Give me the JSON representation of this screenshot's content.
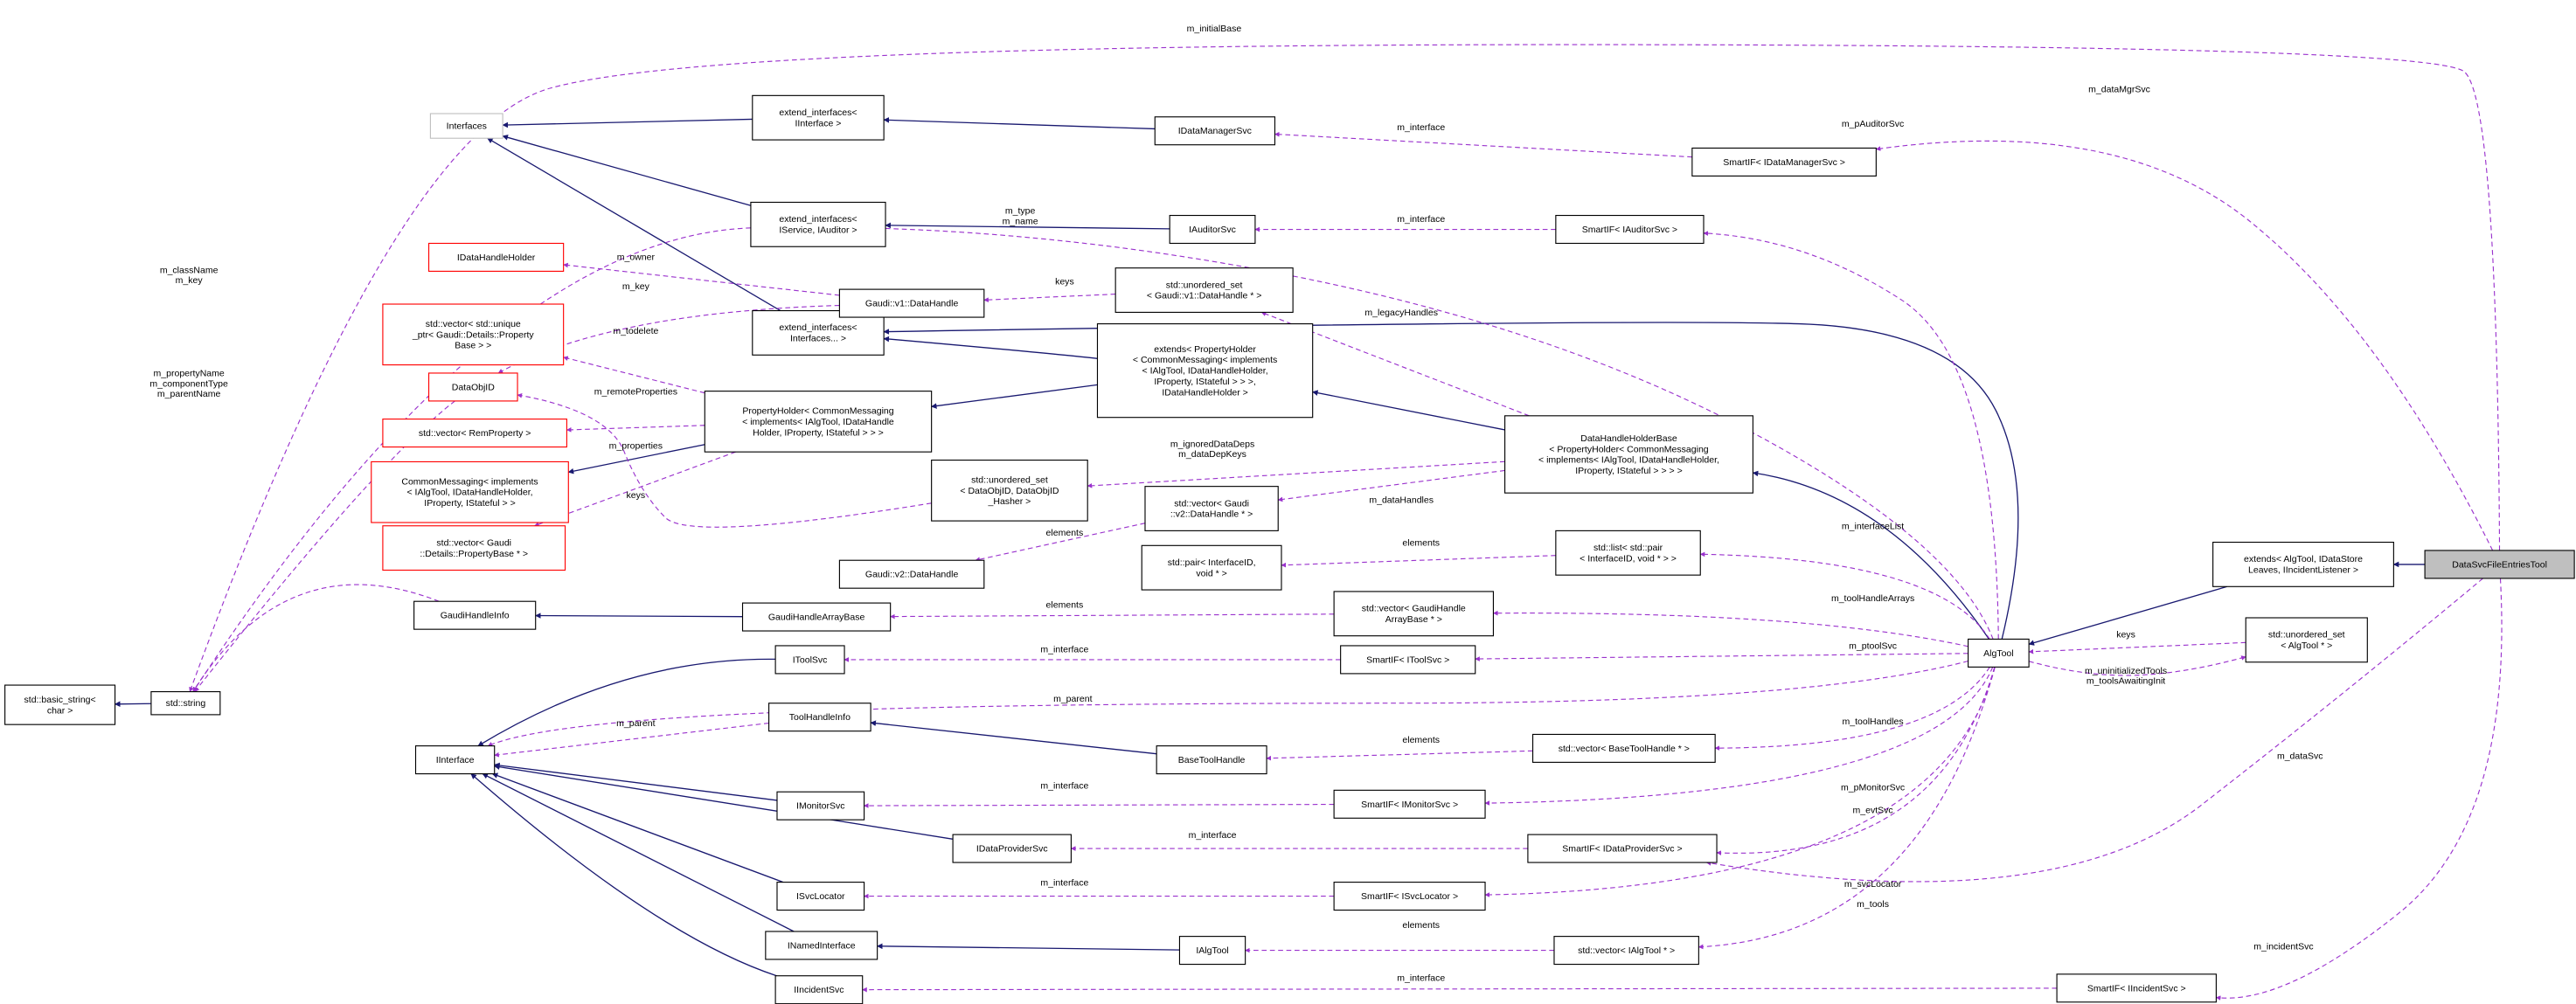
{
  "colors": {
    "inheritance": "#191970",
    "usage": "#9a32cd",
    "focus_fill": "#bfbfbf",
    "undocumented_border": "#ff0000"
  },
  "nodes": [
    {
      "id": "basic_string",
      "lines": [
        "std::basic_string<",
        "char >"
      ],
      "style": "normal"
    },
    {
      "id": "string",
      "lines": [
        "std::string"
      ],
      "style": "normal"
    },
    {
      "id": "Interfaces",
      "lines": [
        "Interfaces"
      ],
      "style": "gray"
    },
    {
      "id": "ext_IInterface",
      "lines": [
        "extend_interfaces<",
        "IInterface >"
      ],
      "style": "normal"
    },
    {
      "id": "ext_IService",
      "lines": [
        "extend_interfaces<",
        "IService, IAuditor >"
      ],
      "style": "normal"
    },
    {
      "id": "ext_Interfaces",
      "lines": [
        "extend_interfaces<",
        "Interfaces... >"
      ],
      "style": "normal"
    },
    {
      "id": "IDataManagerSvc",
      "lines": [
        "IDataManagerSvc"
      ],
      "style": "normal"
    },
    {
      "id": "IAuditorSvc",
      "lines": [
        "IAuditorSvc"
      ],
      "style": "normal"
    },
    {
      "id": "SmartIF_IDataManagerSvc",
      "lines": [
        "SmartIF< IDataManagerSvc >"
      ],
      "style": "normal"
    },
    {
      "id": "SmartIF_IAuditorSvc",
      "lines": [
        "SmartIF< IAuditorSvc >"
      ],
      "style": "normal"
    },
    {
      "id": "IDataHandleHolder",
      "lines": [
        "IDataHandleHolder"
      ],
      "style": "red"
    },
    {
      "id": "v1_DataHandle",
      "lines": [
        "Gaudi::v1::DataHandle"
      ],
      "style": "normal"
    },
    {
      "id": "uset_v1",
      "lines": [
        "std::unordered_set",
        "< Gaudi::v1::DataHandle * >"
      ],
      "style": "normal"
    },
    {
      "id": "vec_unique_ptr",
      "lines": [
        "std::vector< std::unique",
        "_ptr< Gaudi::Details::Property",
        "Base > >"
      ],
      "style": "red"
    },
    {
      "id": "extends_PH",
      "lines": [
        "extends< PropertyHolder",
        "< CommonMessaging< implements",
        "< IAlgTool, IDataHandleHolder,",
        "IProperty, IStateful > > >,",
        "IDataHandleHolder >"
      ],
      "style": "normal"
    },
    {
      "id": "DataObjID",
      "lines": [
        "DataObjID"
      ],
      "style": "red"
    },
    {
      "id": "vec_RemProperty",
      "lines": [
        "std::vector< RemProperty >"
      ],
      "style": "red"
    },
    {
      "id": "PropertyHolder",
      "lines": [
        "PropertyHolder< CommonMessaging",
        "< implements< IAlgTool, IDataHandle",
        "Holder, IProperty, IStateful > > >"
      ],
      "style": "normal"
    },
    {
      "id": "CommonMessaging",
      "lines": [
        "CommonMessaging< implements",
        "< IAlgTool, IDataHandleHolder,",
        "IProperty, IStateful > >"
      ],
      "style": "red"
    },
    {
      "id": "DataHandleHolderBase",
      "lines": [
        "DataHandleHolderBase",
        "< PropertyHolder< CommonMessaging",
        "< implements< IAlgTool, IDataHandleHolder,",
        "IProperty, IStateful > > > >"
      ],
      "style": "normal"
    },
    {
      "id": "uset_DataObjID",
      "lines": [
        "std::unordered_set",
        "< DataObjID, DataObjID",
        "_Hasher >"
      ],
      "style": "normal"
    },
    {
      "id": "vec_v2",
      "lines": [
        "std::vector< Gaudi",
        "::v2::DataHandle * >"
      ],
      "style": "normal"
    },
    {
      "id": "vec_PropertyBase",
      "lines": [
        "std::vector< Gaudi",
        "::Details::PropertyBase * >"
      ],
      "style": "red"
    },
    {
      "id": "v2_DataHandle",
      "lines": [
        "Gaudi::v2::DataHandle"
      ],
      "style": "normal"
    },
    {
      "id": "pair",
      "lines": [
        "std::pair< InterfaceID,",
        "void * >"
      ],
      "style": "normal"
    },
    {
      "id": "list_pair",
      "lines": [
        "std::list< std::pair",
        "< InterfaceID, void * > >"
      ],
      "style": "normal"
    },
    {
      "id": "GaudiHandleInfo",
      "lines": [
        "GaudiHandleInfo"
      ],
      "style": "normal"
    },
    {
      "id": "GaudiHandleArrayBase",
      "lines": [
        "GaudiHandleArrayBase"
      ],
      "style": "normal"
    },
    {
      "id": "vec_GHAB",
      "lines": [
        "std::vector< GaudiHandle",
        "ArrayBase * >"
      ],
      "style": "normal"
    },
    {
      "id": "AlgTool",
      "lines": [
        "AlgTool"
      ],
      "style": "normal"
    },
    {
      "id": "extends_AlgTool",
      "lines": [
        "extends< AlgTool, IDataStore",
        "Leaves, IIncidentListener >"
      ],
      "style": "normal"
    },
    {
      "id": "DataSvcFileEntriesTool",
      "lines": [
        "DataSvcFileEntriesTool"
      ],
      "style": "highlight"
    },
    {
      "id": "uset_AlgTool",
      "lines": [
        "std::unordered_set",
        "< AlgTool * >"
      ],
      "style": "normal"
    },
    {
      "id": "IToolSvc",
      "lines": [
        "IToolSvc"
      ],
      "style": "normal"
    },
    {
      "id": "SmartIF_IToolSvc",
      "lines": [
        "SmartIF< IToolSvc >"
      ],
      "style": "normal"
    },
    {
      "id": "ToolHandleInfo",
      "lines": [
        "ToolHandleInfo"
      ],
      "style": "normal"
    },
    {
      "id": "BaseToolHandle",
      "lines": [
        "BaseToolHandle"
      ],
      "style": "normal"
    },
    {
      "id": "vec_BTH",
      "lines": [
        "std::vector< BaseToolHandle * >"
      ],
      "style": "normal"
    },
    {
      "id": "IInterface",
      "lines": [
        "IInterface"
      ],
      "style": "normal"
    },
    {
      "id": "IMonitorSvc",
      "lines": [
        "IMonitorSvc"
      ],
      "style": "normal"
    },
    {
      "id": "SmartIF_IMonitorSvc",
      "lines": [
        "SmartIF< IMonitorSvc >"
      ],
      "style": "normal"
    },
    {
      "id": "IDataProviderSvc",
      "lines": [
        "IDataProviderSvc"
      ],
      "style": "normal"
    },
    {
      "id": "SmartIF_IDataProviderSvc",
      "lines": [
        "SmartIF< IDataProviderSvc >"
      ],
      "style": "normal"
    },
    {
      "id": "ISvcLocator",
      "lines": [
        "ISvcLocator"
      ],
      "style": "normal"
    },
    {
      "id": "SmartIF_ISvcLocator",
      "lines": [
        "SmartIF< ISvcLocator >"
      ],
      "style": "normal"
    },
    {
      "id": "INamedInterface",
      "lines": [
        "INamedInterface"
      ],
      "style": "normal"
    },
    {
      "id": "IAlgTool",
      "lines": [
        "IAlgTool"
      ],
      "style": "normal"
    },
    {
      "id": "vec_IAlgTool",
      "lines": [
        "std::vector< IAlgTool * >"
      ],
      "style": "normal"
    },
    {
      "id": "IIncidentSvc",
      "lines": [
        "IIncidentSvc"
      ],
      "style": "normal"
    },
    {
      "id": "SmartIF_IIncidentSvc",
      "lines": [
        "SmartIF< IIncidentSvc >"
      ],
      "style": "normal"
    }
  ],
  "edges": [
    {
      "from": "string",
      "to": "basic_string",
      "kind": "inheritance",
      "label": []
    },
    {
      "from": "ext_IInterface",
      "to": "Interfaces",
      "kind": "inheritance",
      "label": []
    },
    {
      "from": "ext_IService",
      "to": "Interfaces",
      "kind": "inheritance",
      "label": []
    },
    {
      "from": "ext_Interfaces",
      "to": "Interfaces",
      "kind": "inheritance",
      "label": []
    },
    {
      "from": "IDataManagerSvc",
      "to": "ext_IInterface",
      "kind": "inheritance",
      "label": []
    },
    {
      "from": "IAuditorSvc",
      "to": "ext_IService",
      "kind": "inheritance",
      "label": []
    },
    {
      "from": "AlgTool",
      "to": "ext_Interfaces",
      "kind": "inheritance",
      "label": []
    },
    {
      "from": "extends_PH",
      "to": "ext_Interfaces",
      "kind": "inheritance",
      "label": []
    },
    {
      "from": "extends_PH",
      "to": "PropertyHolder",
      "kind": "inheritance",
      "label": []
    },
    {
      "from": "PropertyHolder",
      "to": "CommonMessaging",
      "kind": "inheritance",
      "label": []
    },
    {
      "from": "DataHandleHolderBase",
      "to": "extends_PH",
      "kind": "inheritance",
      "label": []
    },
    {
      "from": "AlgTool",
      "to": "DataHandleHolderBase",
      "kind": "inheritance",
      "label": []
    },
    {
      "from": "extends_AlgTool",
      "to": "AlgTool",
      "kind": "inheritance",
      "label": []
    },
    {
      "from": "DataSvcFileEntriesTool",
      "to": "extends_AlgTool",
      "kind": "inheritance",
      "label": []
    },
    {
      "from": "GaudiHandleArrayBase",
      "to": "GaudiHandleInfo",
      "kind": "inheritance",
      "label": []
    },
    {
      "from": "BaseToolHandle",
      "to": "ToolHandleInfo",
      "kind": "inheritance",
      "label": []
    },
    {
      "from": "IAlgTool",
      "to": "INamedInterface",
      "kind": "inheritance",
      "label": []
    },
    {
      "from": "IToolSvc",
      "to": "IInterface",
      "kind": "inheritance",
      "label": []
    },
    {
      "from": "IMonitorSvc",
      "to": "IInterface",
      "kind": "inheritance",
      "label": []
    },
    {
      "from": "IDataProviderSvc",
      "to": "IInterface",
      "kind": "inheritance",
      "label": []
    },
    {
      "from": "ISvcLocator",
      "to": "IInterface",
      "kind": "inheritance",
      "label": []
    },
    {
      "from": "INamedInterface",
      "to": "IInterface",
      "kind": "inheritance",
      "label": []
    },
    {
      "from": "IIncidentSvc",
      "to": "IInterface",
      "kind": "inheritance",
      "label": []
    },
    {
      "from": "DataSvcFileEntriesTool",
      "to": "string",
      "kind": "usage",
      "label": [
        "m_initialBase"
      ]
    },
    {
      "from": "AlgTool",
      "to": "string",
      "kind": "usage",
      "label": [
        "m_type",
        "m_name"
      ]
    },
    {
      "from": "DataObjID",
      "to": "string",
      "kind": "usage",
      "label": [
        "m_className",
        "m_key"
      ]
    },
    {
      "from": "GaudiHandleInfo",
      "to": "string",
      "kind": "usage",
      "label": [
        "m_propertyName",
        "m_componentType",
        "m_parentName"
      ]
    },
    {
      "from": "v1_DataHandle",
      "to": "IDataHandleHolder",
      "kind": "usage",
      "label": [
        "m_owner"
      ]
    },
    {
      "from": "v1_DataHandle",
      "to": "DataObjID",
      "kind": "usage",
      "label": [
        "m_key"
      ]
    },
    {
      "from": "PropertyHolder",
      "to": "vec_unique_ptr",
      "kind": "usage",
      "label": [
        "m_todelete"
      ]
    },
    {
      "from": "PropertyHolder",
      "to": "vec_RemProperty",
      "kind": "usage",
      "label": [
        "m_remoteProperties"
      ]
    },
    {
      "from": "PropertyHolder",
      "to": "vec_PropertyBase",
      "kind": "usage",
      "label": [
        "m_properties"
      ]
    },
    {
      "from": "uset_DataObjID",
      "to": "DataObjID",
      "kind": "usage",
      "label": [
        "keys"
      ]
    },
    {
      "from": "uset_v1",
      "to": "v1_DataHandle",
      "kind": "usage",
      "label": [
        "keys"
      ]
    },
    {
      "from": "DataHandleHolderBase",
      "to": "uset_v1",
      "kind": "usage",
      "label": [
        "m_legacyHandles"
      ]
    },
    {
      "from": "DataHandleHolderBase",
      "to": "uset_DataObjID",
      "kind": "usage",
      "label": [
        "m_ignoredDataDeps",
        "m_dataDepKeys"
      ]
    },
    {
      "from": "DataHandleHolderBase",
      "to": "vec_v2",
      "kind": "usage",
      "label": [
        "m_dataHandles"
      ]
    },
    {
      "from": "vec_v2",
      "to": "v2_DataHandle",
      "kind": "usage",
      "label": [
        "elements"
      ]
    },
    {
      "from": "list_pair",
      "to": "pair",
      "kind": "usage",
      "label": [
        "elements"
      ]
    },
    {
      "from": "AlgTool",
      "to": "list_pair",
      "kind": "usage",
      "label": [
        "m_interfaceList"
      ]
    },
    {
      "from": "vec_GHAB",
      "to": "GaudiHandleArrayBase",
      "kind": "usage",
      "label": [
        "elements"
      ]
    },
    {
      "from": "AlgTool",
      "to": "vec_GHAB",
      "kind": "usage",
      "label": [
        "m_toolHandleArrays"
      ]
    },
    {
      "from": "SmartIF_IToolSvc",
      "to": "IToolSvc",
      "kind": "usage",
      "label": [
        "m_interface"
      ]
    },
    {
      "from": "AlgTool",
      "to": "SmartIF_IToolSvc",
      "kind": "usage",
      "label": [
        "m_ptoolSvc"
      ]
    },
    {
      "from": "AlgTool",
      "to": "IInterface",
      "kind": "usage",
      "label": [
        "m_parent"
      ]
    },
    {
      "from": "ToolHandleInfo",
      "to": "IInterface",
      "kind": "usage",
      "label": [
        "m_parent"
      ]
    },
    {
      "from": "vec_BTH",
      "to": "BaseToolHandle",
      "kind": "usage",
      "label": [
        "elements"
      ]
    },
    {
      "from": "AlgTool",
      "to": "vec_BTH",
      "kind": "usage",
      "label": [
        "m_toolHandles"
      ]
    },
    {
      "from": "SmartIF_IMonitorSvc",
      "to": "IMonitorSvc",
      "kind": "usage",
      "label": [
        "m_interface"
      ]
    },
    {
      "from": "AlgTool",
      "to": "SmartIF_IMonitorSvc",
      "kind": "usage",
      "label": [
        "m_pMonitorSvc"
      ]
    },
    {
      "from": "SmartIF_IDataProviderSvc",
      "to": "IDataProviderSvc",
      "kind": "usage",
      "label": [
        "m_interface"
      ]
    },
    {
      "from": "AlgTool",
      "to": "SmartIF_IDataProviderSvc",
      "kind": "usage",
      "label": [
        "m_evtSvc"
      ]
    },
    {
      "from": "DataSvcFileEntriesTool",
      "to": "SmartIF_IDataProviderSvc",
      "kind": "usage",
      "label": [
        "m_dataSvc"
      ]
    },
    {
      "from": "SmartIF_ISvcLocator",
      "to": "ISvcLocator",
      "kind": "usage",
      "label": [
        "m_interface"
      ]
    },
    {
      "from": "AlgTool",
      "to": "SmartIF_ISvcLocator",
      "kind": "usage",
      "label": [
        "m_svcLocator"
      ]
    },
    {
      "from": "vec_IAlgTool",
      "to": "IAlgTool",
      "kind": "usage",
      "label": [
        "elements"
      ]
    },
    {
      "from": "AlgTool",
      "to": "vec_IAlgTool",
      "kind": "usage",
      "label": [
        "m_tools"
      ]
    },
    {
      "from": "SmartIF_IIncidentSvc",
      "to": "IIncidentSvc",
      "kind": "usage",
      "label": [
        "m_interface"
      ]
    },
    {
      "from": "DataSvcFileEntriesTool",
      "to": "SmartIF_IIncidentSvc",
      "kind": "usage",
      "label": [
        "m_incidentSvc"
      ]
    },
    {
      "from": "SmartIF_IDataManagerSvc",
      "to": "IDataManagerSvc",
      "kind": "usage",
      "label": [
        "m_interface"
      ]
    },
    {
      "from": "DataSvcFileEntriesTool",
      "to": "SmartIF_IDataManagerSvc",
      "kind": "usage",
      "label": [
        "m_dataMgrSvc"
      ]
    },
    {
      "from": "SmartIF_IAuditorSvc",
      "to": "IAuditorSvc",
      "kind": "usage",
      "label": [
        "m_interface"
      ]
    },
    {
      "from": "AlgTool",
      "to": "SmartIF_IAuditorSvc",
      "kind": "usage",
      "label": [
        "m_pAuditorSvc"
      ]
    },
    {
      "from": "uset_AlgTool",
      "to": "AlgTool",
      "kind": "usage",
      "label": [
        "keys"
      ]
    },
    {
      "from": "AlgTool",
      "to": "uset_AlgTool",
      "kind": "usage",
      "label": [
        "m_uninitializedTools",
        "m_toolsAwaitingInit"
      ]
    }
  ]
}
